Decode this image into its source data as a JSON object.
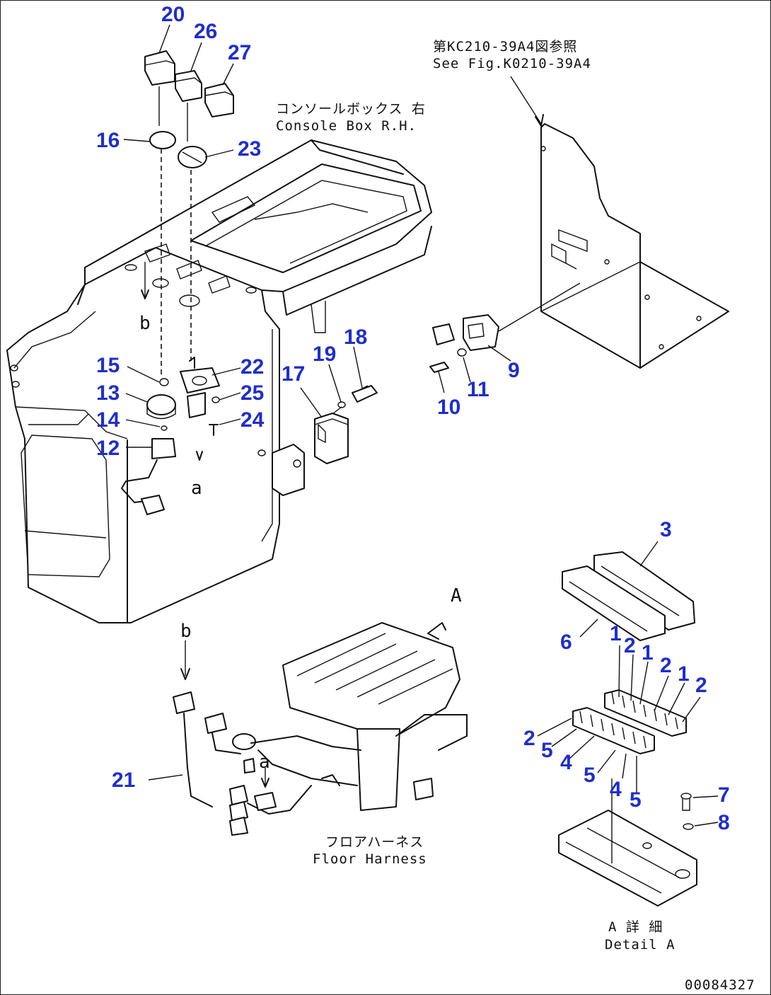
{
  "callouts": [
    "20",
    "26",
    "27",
    "16",
    "23",
    "15",
    "13",
    "14",
    "12",
    "22",
    "25",
    "24",
    "17",
    "19",
    "18",
    "10",
    "11",
    "9",
    "3",
    "6",
    "1",
    "2",
    "1",
    "2",
    "1",
    "2",
    "2",
    "5",
    "4",
    "5",
    "4",
    "5",
    "7",
    "8",
    "21"
  ],
  "notes": {
    "console_box_jp": "コンソールボックス 右",
    "console_box_en": "Console Box R.H.",
    "see_fig_jp": "第KC210-39A4図参照",
    "see_fig_en": "See Fig.K0210-39A4",
    "floor_harness_jp": "フロアハーネス",
    "floor_harness_en": "Floor Harness",
    "detail_jp": "A 詳 細",
    "detail_en": "Detail A",
    "view_a": "A",
    "mark_a1": "a",
    "mark_a2": "a",
    "mark_b1": "b",
    "mark_b2": "b",
    "drawing_number": "00084327"
  },
  "colors": {
    "callout": "#1f2ecc",
    "ink": "#111111",
    "background": "#ffffff"
  }
}
